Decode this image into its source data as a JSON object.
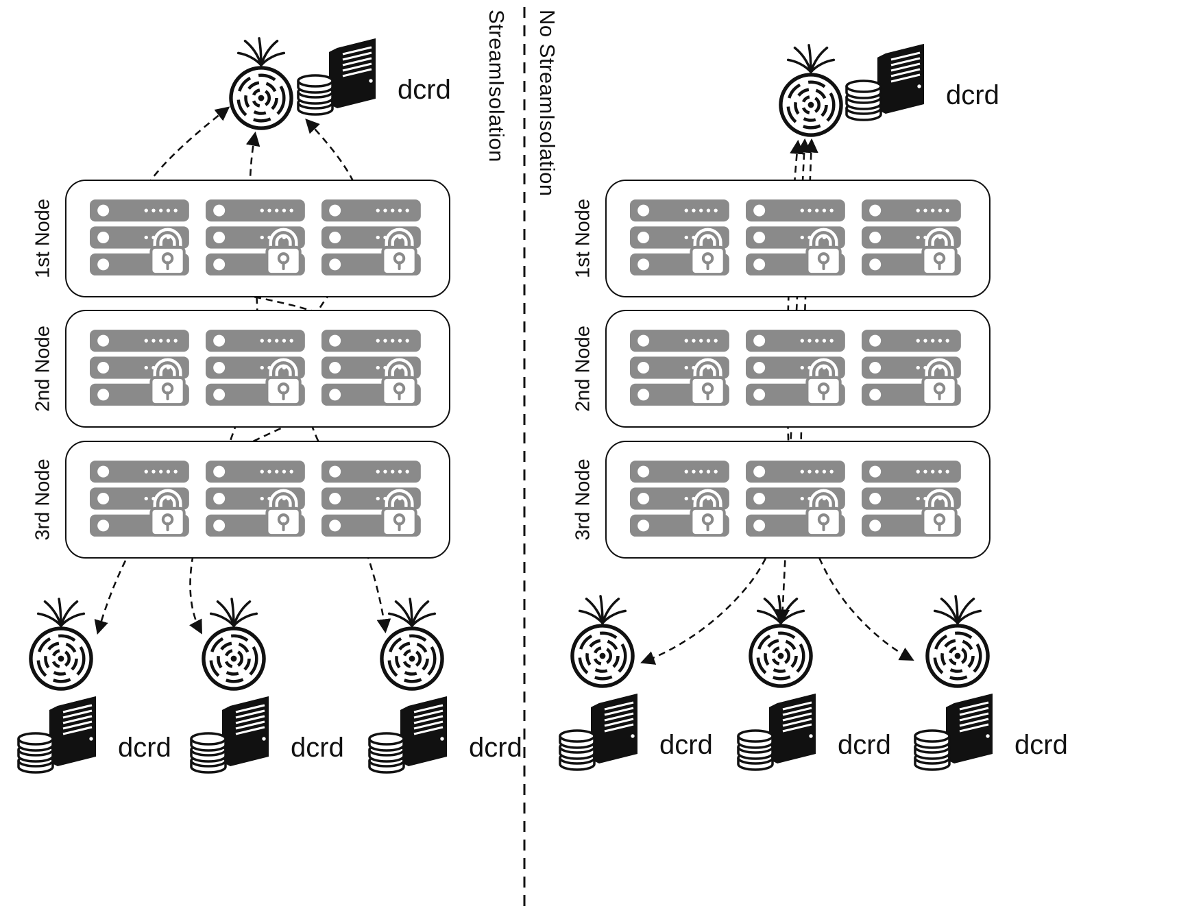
{
  "colors": {
    "ink": "#111111",
    "server_gray": "#8a8a8a",
    "background": "#ffffff"
  },
  "icons": {
    "tor": "tor-onion-icon",
    "dcrd_server": "server-tower-with-database-icon",
    "relay_rack": "server-rack-with-lock-icon"
  },
  "panels": [
    {
      "title": "StreamIsolation",
      "top_relay": {
        "label": "dcrd"
      },
      "nodes": [
        {
          "label": "1st Node"
        },
        {
          "label": "2nd Node"
        },
        {
          "label": "3rd Node"
        }
      ],
      "clients": [
        {
          "label": "dcrd"
        },
        {
          "label": "dcrd"
        },
        {
          "label": "dcrd"
        }
      ]
    },
    {
      "title": "No StreamIsolation",
      "top_relay": {
        "label": "dcrd"
      },
      "nodes": [
        {
          "label": "1st Node"
        },
        {
          "label": "2nd Node"
        },
        {
          "label": "3rd Node"
        }
      ],
      "clients": [
        {
          "label": "dcrd"
        },
        {
          "label": "dcrd"
        },
        {
          "label": "dcrd"
        }
      ]
    }
  ]
}
